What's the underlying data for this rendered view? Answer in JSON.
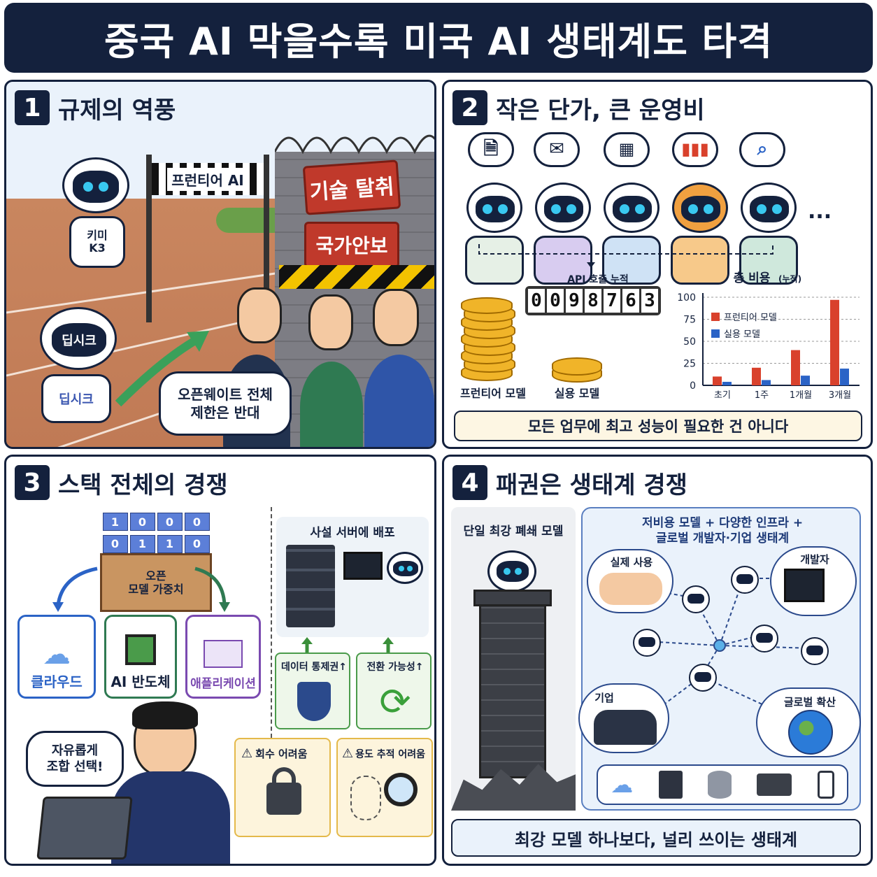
{
  "title": "중국 AI 막을수록 미국 AI 생태계도 타격",
  "panel1": {
    "num": "1",
    "title": "규제의 역풍",
    "finish_banner": "프런티어 AI",
    "sign_tech": "기술 탈취",
    "sign_security": "국가안보",
    "robot1_label": "키미\nK3",
    "robot2_head": "딥시크",
    "robot2_body": "딥시크",
    "speech": "오픈웨이트 전체\n제한은 반대"
  },
  "panel2": {
    "num": "2",
    "title": "작은 단가, 큰 운영비",
    "ellipsis": "...",
    "counter_label": "API 호출 누적",
    "counter_digits": [
      "0",
      "0",
      "9",
      "8",
      "7",
      "6",
      "3"
    ],
    "coins_frontier_label": "프런티어 모델",
    "coins_practical_label": "실용 모델",
    "caption": "모든 업무에 최고 성능이 필요한 건 아니다",
    "icons": [
      "document-icon",
      "mail-icon",
      "spreadsheet-icon",
      "bar-chart-icon",
      "magnifier-icon"
    ]
  },
  "chart_data": {
    "type": "bar",
    "title": "총 비용",
    "subtitle": "(누적)",
    "categories": [
      "초기",
      "1주",
      "1개월",
      "3개월"
    ],
    "series": [
      {
        "name": "프런티어 모델",
        "values": [
          10,
          20,
          40,
          97
        ],
        "color": "#d9412c"
      },
      {
        "name": "실용 모델",
        "values": [
          4,
          6,
          11,
          19
        ],
        "color": "#2b63c6"
      }
    ],
    "yticks": [
      "100",
      "75",
      "50",
      "25",
      "0"
    ],
    "ylim": [
      0,
      100
    ],
    "grid": true,
    "legend": "top-left"
  },
  "panel3": {
    "num": "3",
    "title": "스택 전체의 경쟁",
    "box_label": "오픈\n모델 가중치",
    "cubes": [
      "1",
      "0",
      "0",
      "0",
      "0",
      "1",
      "1",
      "0"
    ],
    "cloud": "클라우드",
    "chip": "AI 반도체",
    "app": "애플리케이션",
    "speech": "자유롭게\n조합 선택!",
    "server_title": "사설 서버에 배포",
    "data_control": "데이터 통제권↑",
    "switchability": "전환 가능성↑",
    "recall": "회수 어려움",
    "trace": "용도 추적 어려움"
  },
  "panel4": {
    "num": "4",
    "title": "패권은 생태계 경쟁",
    "tower_label": "단일 최강 폐쇄 모델",
    "eco_title": "저비용 모델 + 다양한 인프라 +\n글로벌 개발자·기업 생태계",
    "real_use": "실제 사용",
    "developer": "개발자",
    "enterprise": "기업",
    "global": "글로벌 확산",
    "caption": "최강 모델 하나보다, 널리 쓰이는 생태계"
  },
  "colors": {
    "navy": "#14213d",
    "red": "#c0392b",
    "green": "#4a9b4a",
    "blue": "#2b63c6"
  }
}
